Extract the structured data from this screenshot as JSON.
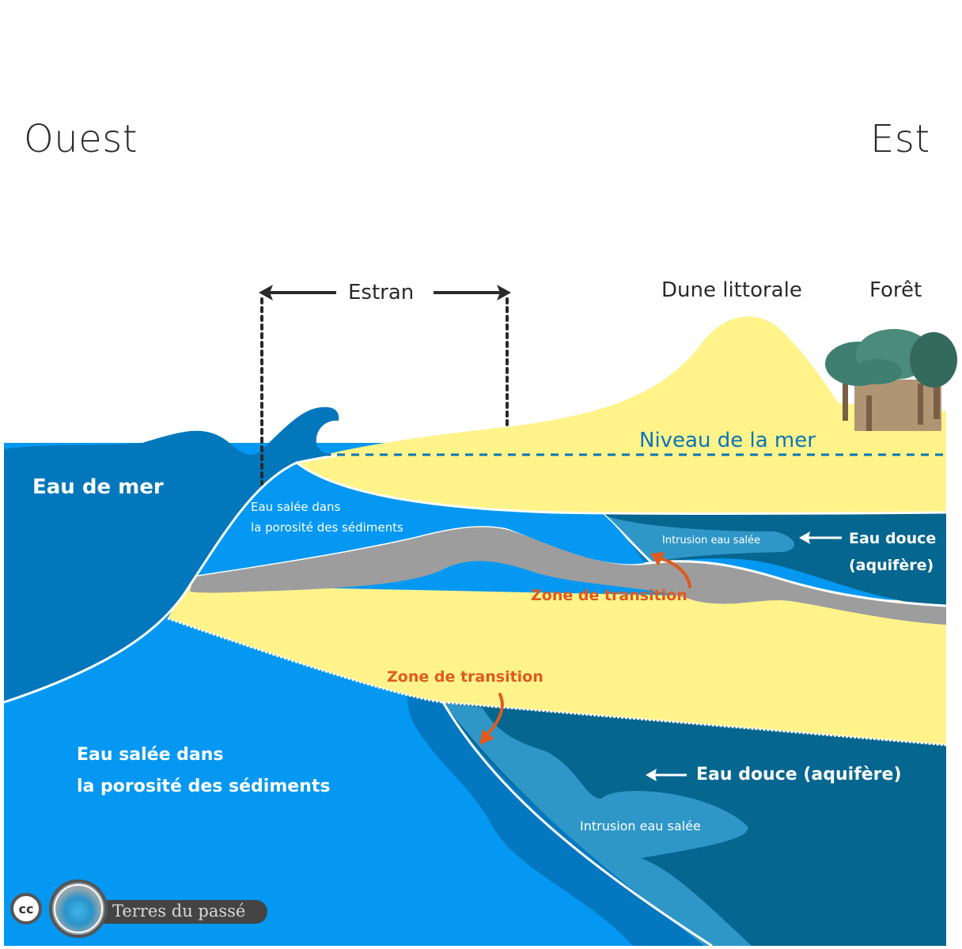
{
  "directions": {
    "west": "Ouest",
    "east": "Est"
  },
  "top_labels": {
    "estran": "Estran",
    "dune": "Dune littorale",
    "foret": "Forêt"
  },
  "sea_level": "Niveau de la mer",
  "labels": {
    "eau_de_mer": "Eau de mer",
    "eau_salee_small_1": "Eau salée dans",
    "eau_salee_small_2": "la porosité des sédiments",
    "intrusion_upper": "Intrusion eau salée",
    "eau_douce_upper_1": "Eau douce",
    "eau_douce_upper_2": "(aquifère)",
    "zone_transition_upper": "Zone de transition",
    "zone_transition_lower": "Zone de transition",
    "eau_salee_large_1": "Eau salée dans",
    "eau_salee_large_2": "la porosité des sédiments",
    "eau_douce_lower": "Eau douce (aquifère)",
    "intrusion_lower": "Intrusion eau salée"
  },
  "logo": {
    "cc": "cc",
    "text": "Terres du passé"
  },
  "colors": {
    "sea": "#0277bb",
    "salt_sediment": "#0498f2",
    "freshwater": "#05668f",
    "intrusion": "#2f97c8",
    "sand": "#fff38a",
    "clay": "#9d9d9d",
    "transition": "#e05a1e",
    "tree_canopy": "#3e7f70",
    "tree_trunk": "#7a5f42"
  }
}
